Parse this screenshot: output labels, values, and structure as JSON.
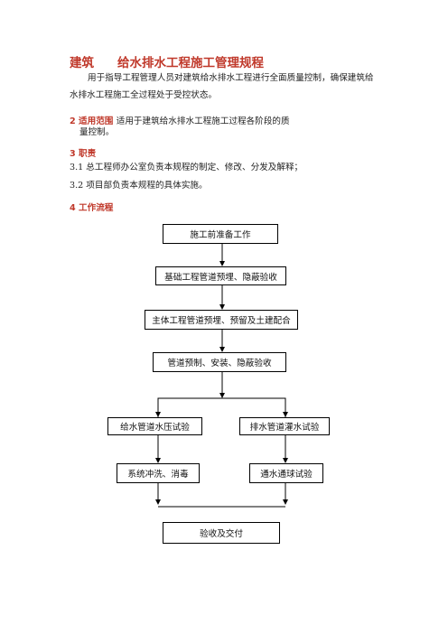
{
  "doc": {
    "title_part1": "建筑",
    "title_part2": "给水排水工程施工管理规程",
    "intro_line1": "用于指导工程管理人员对建筑给水排水工程进行全面质量控制，确保建筑给",
    "intro_line2": "水排水工程施工全过程处于受控状态。",
    "s2_heading": "2 适用范围",
    "s2_text_line1": "适用于建筑给水排水工程施工过程各阶段的质",
    "s2_text_line2": "量控制。",
    "s3_heading": "3 职责",
    "s3_item1": "3.1 总工程师办公室负责本规程的制定、修改、分发及解释；",
    "s3_item2": "3.2 项目部负责本规程的具体实施。",
    "s4_heading": "4 工作流程"
  },
  "flow": {
    "step1": "施工前准备工作",
    "step2": "基础工程管道预埋、隐蔽验收",
    "step3": "主体工程管道预埋、预留及土建配合",
    "step4": "管道预制、安装、隐蔽验收",
    "left_a": "给水管道水压试验",
    "right_a": "排水管道灌水试验",
    "left_b": "系统冲洗、消毒",
    "right_b": "通水通球试验",
    "final": "验收及交付"
  }
}
